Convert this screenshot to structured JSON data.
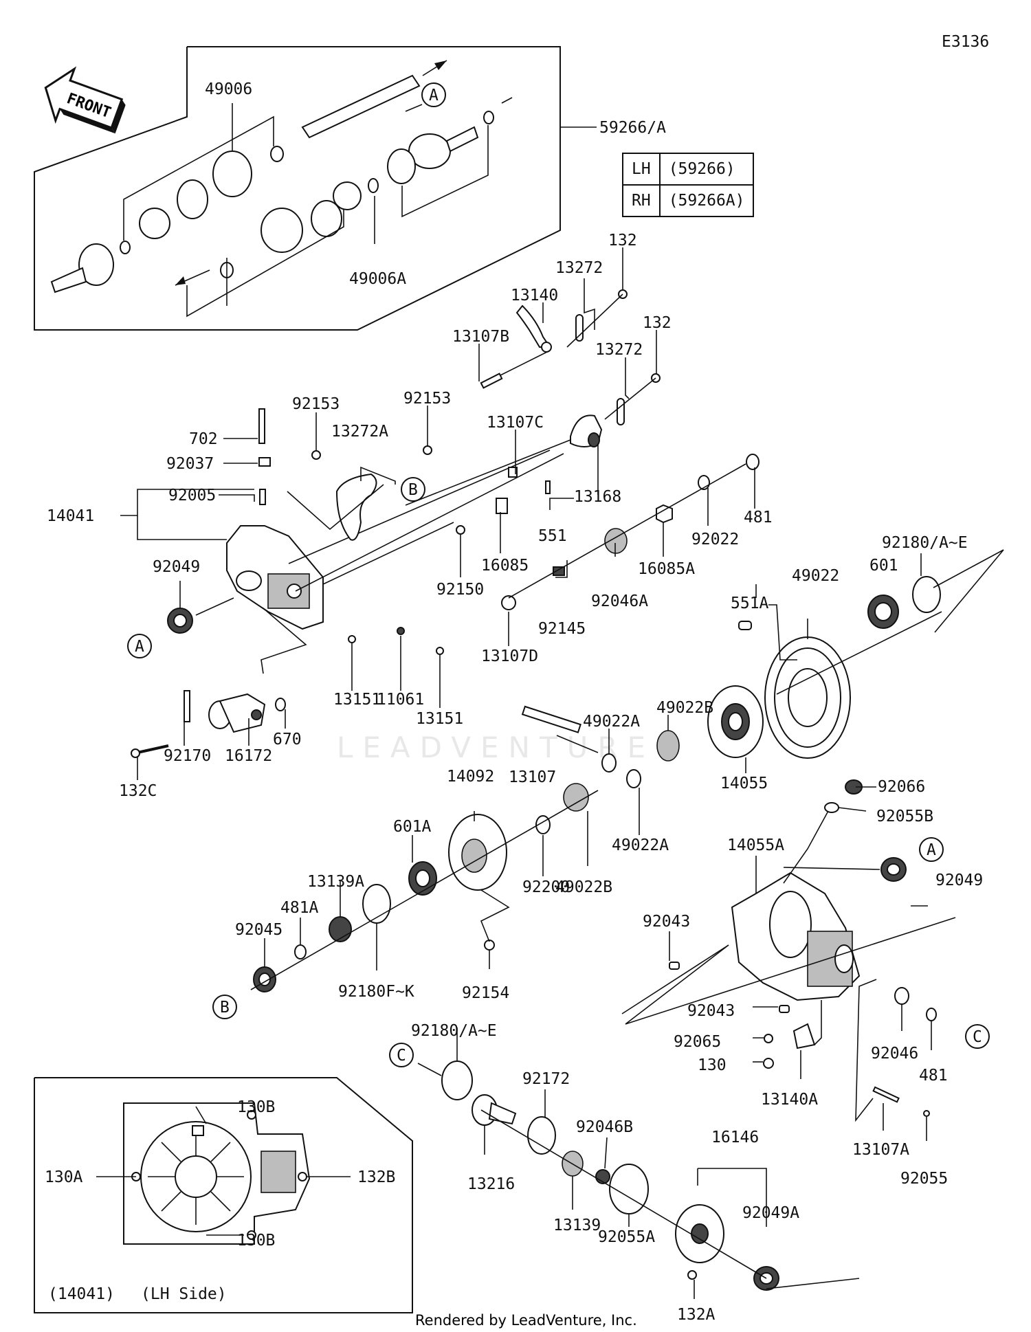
{
  "diagram_code": "E3136",
  "front_label": "FRONT",
  "credit": "Rendered by LeadVenture, Inc.",
  "watermark": "LEADVENTURE",
  "side_table": [
    {
      "side": "LH",
      "part": "(59266)"
    },
    {
      "side": "RH",
      "part": "(59266A)"
    }
  ],
  "inset_caption": {
    "part": "(14041)",
    "side": "(LH Side)"
  },
  "refs": {
    "a": "A",
    "b": "B",
    "c": "C"
  },
  "parts": {
    "p49006": "49006",
    "p59266": "59266/A",
    "p49006a": "49006A",
    "p132_1": "132",
    "p13272_1": "13272",
    "p13140": "13140",
    "p13107b": "13107B",
    "p132_2": "132",
    "p13272_2": "13272",
    "p92153_1": "92153",
    "p92153_2": "92153",
    "p702": "702",
    "p13272a": "13272A",
    "p92037": "92037",
    "p13107c": "13107C",
    "p92005": "92005",
    "p14041": "14041",
    "p13168": "13168",
    "p551": "551",
    "p481": "481",
    "p92022": "92022",
    "p92180ae_1": "92180/A~E",
    "p16085": "16085",
    "p16085a": "16085A",
    "p92150": "92150",
    "p92049_1": "92049",
    "p49022": "49022",
    "p601": "601",
    "p551a": "551A",
    "p92046a": "92046A",
    "p92145": "92145",
    "p13107d": "13107D",
    "p13151_1": "13151",
    "p11061": "11061",
    "p13151_2": "13151",
    "p670": "670",
    "p16172": "16172",
    "p92170": "92170",
    "p132c": "132C",
    "p49022b_1": "49022B",
    "p49022a_1": "49022A",
    "p13107": "13107",
    "p14055": "14055",
    "p14092": "14092",
    "p92066": "92066",
    "p92055b": "92055B",
    "p601a": "601A",
    "p49022a_2": "49022A",
    "p49022b_2": "49022B",
    "p92200": "92200",
    "p14055a": "14055A",
    "p13139a": "13139A",
    "p481a": "481A",
    "p92045": "92045",
    "p92049_2": "92049",
    "p92043_1": "92043",
    "p92180fk": "92180F~K",
    "p92154": "92154",
    "p92043_2": "92043",
    "p92046": "92046",
    "p92065": "92065",
    "p481_2": "481",
    "p130": "130",
    "p13140a": "13140A",
    "p92180ae_2": "92180/A~E",
    "p92172": "92172",
    "p92046b": "92046B",
    "p13107a": "13107A",
    "p92055": "92055",
    "p16146": "16146",
    "p13216": "13216",
    "p92049a": "92049A",
    "p13139": "13139",
    "p92055a": "92055A",
    "p132a": "132A",
    "p130b_1": "130B",
    "p130a": "130A",
    "p132b": "132B",
    "p130b_2": "130B"
  }
}
